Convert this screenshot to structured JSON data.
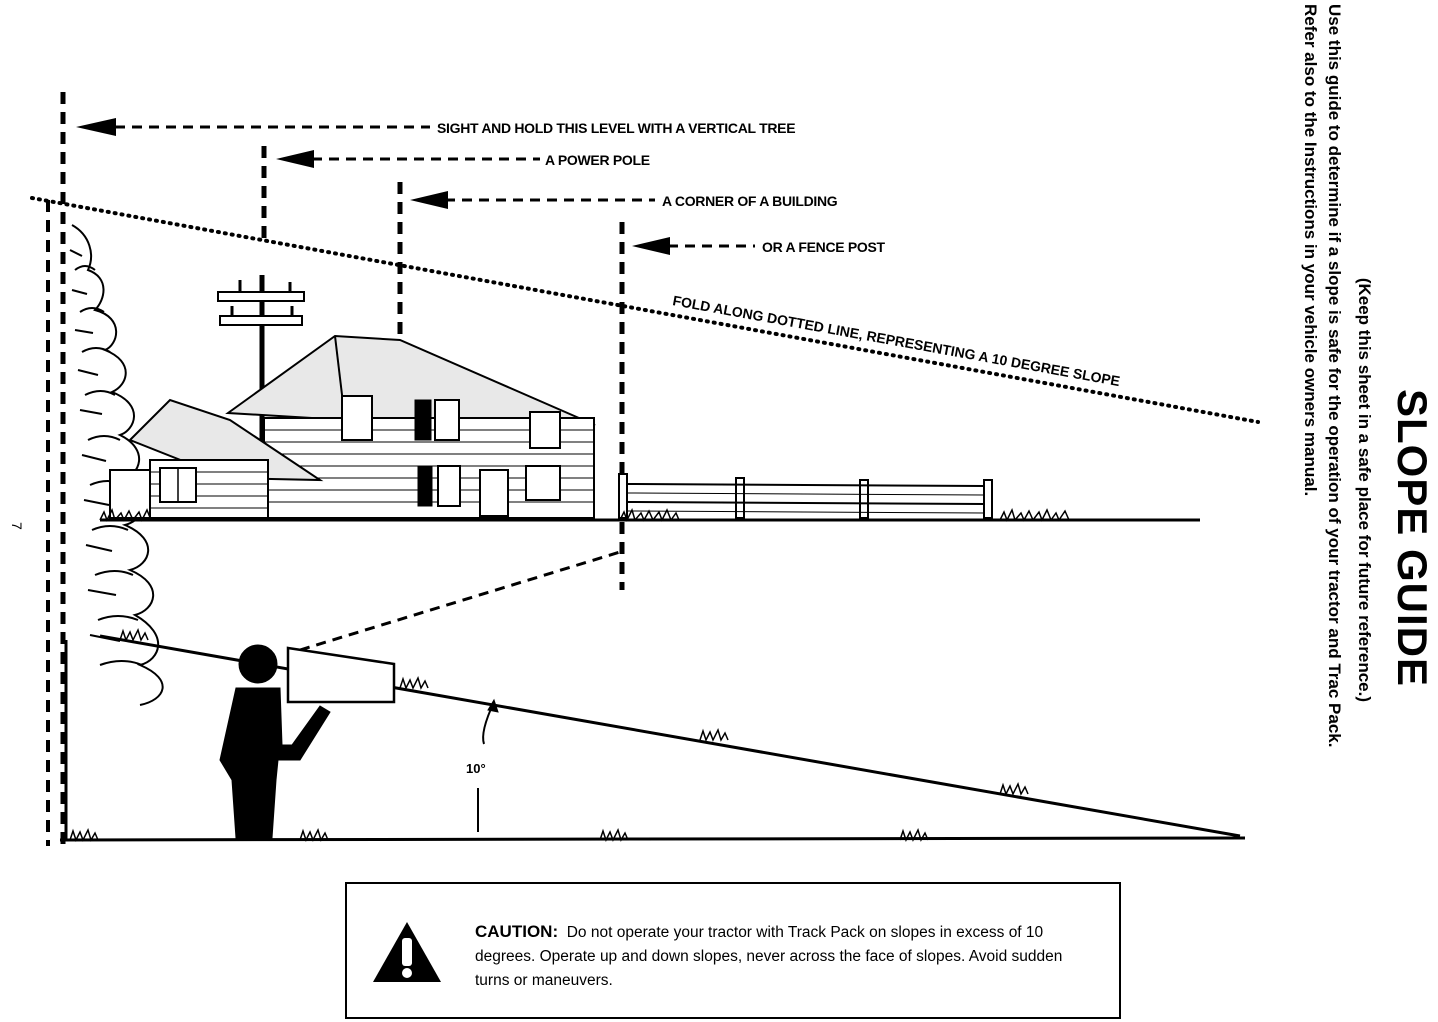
{
  "header": {
    "title": "SLOPE GUIDE",
    "subtitle": "(Keep this sheet in a safe place for future reference.)",
    "instruction_line1": "Use this guide to determine if a slope is safe for the operation of your tractor and Trac Pack.",
    "instruction_line2": "Refer also to the Instructions in your vehicle owners manual."
  },
  "diagram": {
    "label_tree": "SIGHT AND HOLD THIS LEVEL WITH A VERTICAL TREE",
    "label_pole": "A POWER POLE",
    "label_building": "A CORNER OF A BUILDING",
    "label_fence": "OR A FENCE POST",
    "fold_label": "FOLD ALONG DOTTED LINE, REPRESENTING A 10 DEGREE SLOPE",
    "angle_label": "10°"
  },
  "caution": {
    "heading": "CAUTION:",
    "text": "Do not operate your tractor with Track Pack on slopes in excess of 10 degrees. Operate up and down slopes, never across the face of slopes. Avoid sudden turns or maneuvers.",
    "icon": "warning-triangle-icon"
  },
  "page_number": "7"
}
